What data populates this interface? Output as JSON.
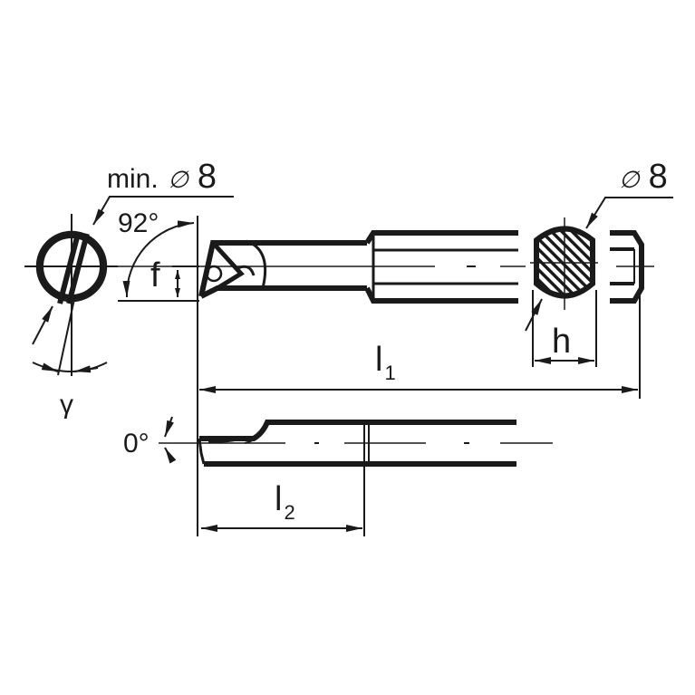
{
  "drawing": {
    "title": "Boring bar dimension drawing",
    "line_color": "#1a1a1a",
    "background": "#ffffff"
  },
  "labels": {
    "min_bore": {
      "prefix": "min.",
      "symbol": "∅",
      "value": "8"
    },
    "shank_diameter": {
      "symbol": "∅",
      "value": "8"
    },
    "approach_angle": "92°",
    "offset_f": "f",
    "rake_angle_symbol": "γ",
    "flat_h": "h",
    "overall_length": {
      "main": "l",
      "sub": "1"
    },
    "head_length": {
      "main": "l",
      "sub": "2"
    },
    "inclination_angle": "0°"
  }
}
